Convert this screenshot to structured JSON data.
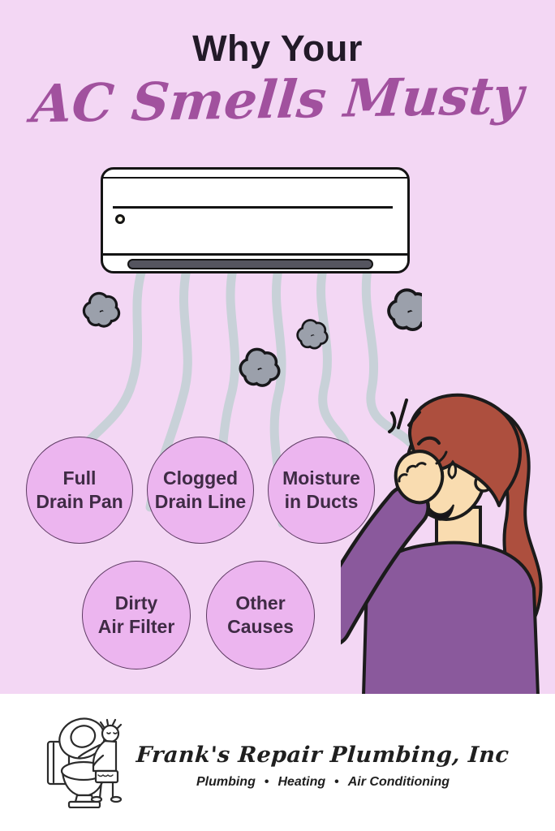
{
  "poster": {
    "title": {
      "line1": "Why Your",
      "line2": "AC Smells Musty"
    },
    "causes": [
      {
        "line1": "Full",
        "line2": "Drain Pan"
      },
      {
        "line1": "Clogged",
        "line2": "Drain Line"
      },
      {
        "line1": "Moisture",
        "line2": "in Ducts"
      },
      {
        "line1": "Dirty",
        "line2": "Air Filter"
      },
      {
        "line1": "Other",
        "line2": "Causes"
      }
    ],
    "illustration": {
      "ac_unit": "wall-mounted air conditioner blowing air downward",
      "smell_clouds": "4 gray odor puffs",
      "air_streams": "6 wavy gray air streams",
      "woman": "red-haired woman in purple sweater pinching her nose"
    },
    "footer": {
      "company": "Frank's Repair Plumbing, Inc",
      "services": [
        "Plumbing",
        "Heating",
        "Air Conditioning"
      ],
      "separator": "•"
    },
    "colors": {
      "background": "#f3d7f4",
      "title_dark": "#221a28",
      "title_script": "#a1519e",
      "bubble_fill": "#ecb5ef",
      "bubble_border": "#5d3a62",
      "bubble_text": "#3f2b45",
      "stream_gray": "#c8d1d8",
      "cloud_gray": "#9ba0ab",
      "hair_red": "#ad4f3e",
      "skin": "#f9dcb0",
      "sweater_purple": "#8a599c",
      "footer_bg": "#ffffff",
      "footer_text": "#1f1f1f"
    }
  }
}
